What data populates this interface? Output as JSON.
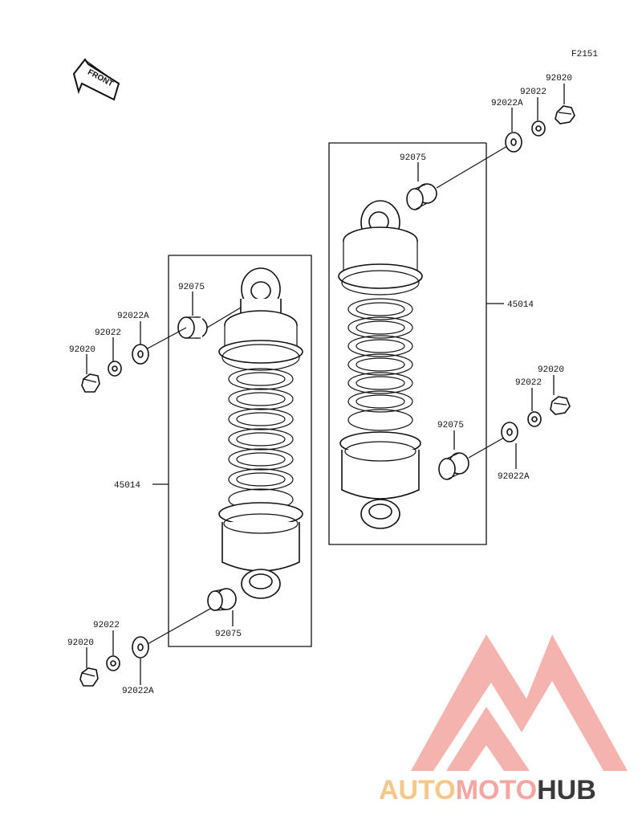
{
  "figure_code": "F2151",
  "front_label": "FRONT",
  "watermark": {
    "text_part1": "AUTO",
    "text_part2": "MOTO",
    "text_part3": "HUB",
    "color_primary": "#f4a6a0",
    "color_secondary": "#f5c88a",
    "color_dark": "#3a3a3a"
  },
  "left_assembly": {
    "shock_absorber": "45014",
    "upper_bushing": "92075",
    "upper_washer": "92022A",
    "upper_collar": "92022",
    "upper_nut": "92020",
    "lower_bushing": "92075",
    "lower_collar": "92022",
    "lower_nut": "92020",
    "lower_washer": "92022A"
  },
  "right_assembly": {
    "shock_absorber": "45014",
    "upper_bushing": "92075",
    "upper_washer": "92022A",
    "upper_collar": "92022",
    "upper_nut": "92020",
    "lower_bushing": "92075",
    "lower_nut": "92020",
    "lower_collar": "92022",
    "lower_washer": "92022A"
  }
}
